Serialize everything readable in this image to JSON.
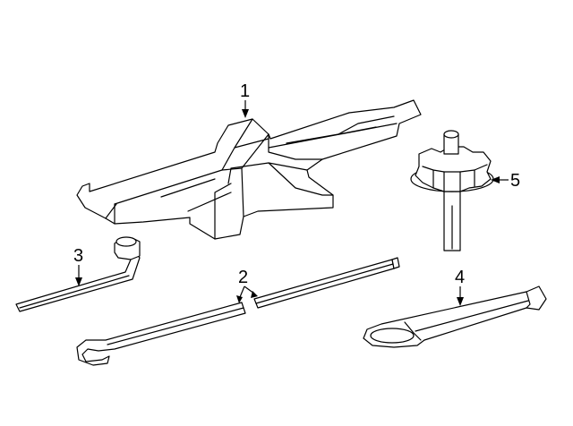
{
  "callouts": {
    "jack": "1",
    "extension_rod": "2",
    "lug_wrench": "3",
    "handle_wrench": "4",
    "hold_down_bolt": "5"
  }
}
